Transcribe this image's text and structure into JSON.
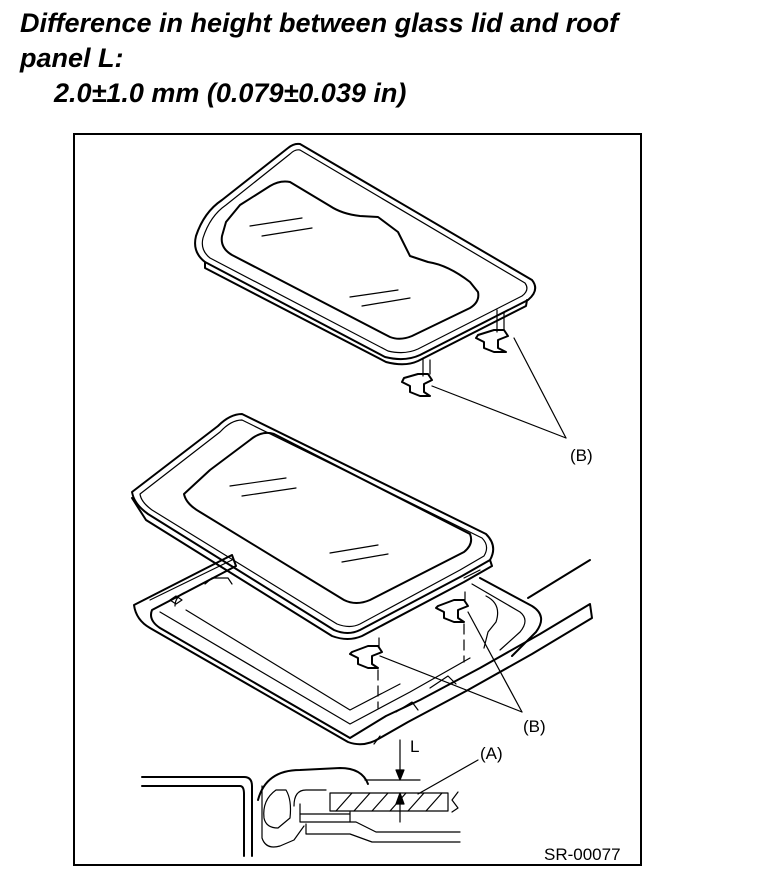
{
  "heading": {
    "line1": "Difference in height between glass lid and roof",
    "line2": "panel L:",
    "spec": "2.0±1.0 mm (0.079±0.039 in)"
  },
  "figure": {
    "callout_b_upper": "(B)",
    "callout_b_lower": "(B)",
    "callout_a": "(A)",
    "dimension_label": "L",
    "code": "SR-00077"
  }
}
